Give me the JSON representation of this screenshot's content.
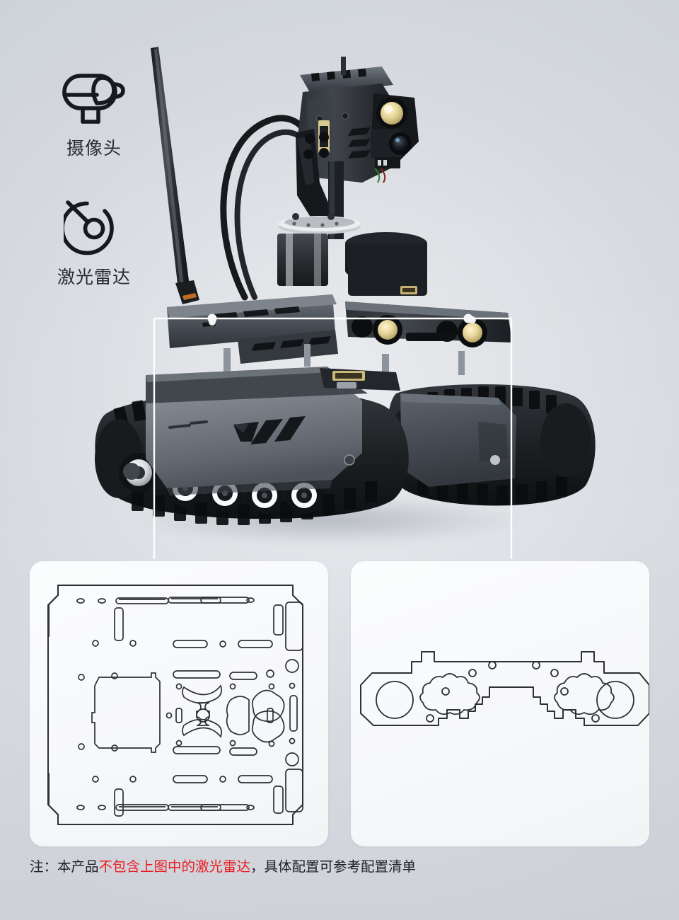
{
  "page": {
    "background_top": "#ccd1d8",
    "background_bottom": "#cdd1d7"
  },
  "legend": {
    "items": [
      {
        "id": "camera",
        "icon": "cctv-camera-icon",
        "label": "摄像头"
      },
      {
        "id": "lidar",
        "icon": "lidar-radar-icon",
        "label": "激光雷达"
      }
    ]
  },
  "product": {
    "name": "tracked-robot-chassis",
    "callout_dots": 2,
    "parts": {
      "antenna": "antenna",
      "turret": "pan-tilt-camera-turret",
      "spotlight": "spotlight",
      "lidar_module": "lidar-module",
      "headlights": "front-headlights",
      "side_armor": "side-armor-plate",
      "tracks": "rubber-tracks",
      "road_wheels": 4
    }
  },
  "detail_panels": [
    {
      "id": "base-plate",
      "name": "chassis-base-plate-drawing",
      "accent": "#2c3136"
    },
    {
      "id": "side-bracket",
      "name": "chassis-side-bracket-drawing",
      "accent": "#2c3136"
    }
  ],
  "footnote": {
    "prefix": "注：本产品",
    "highlight": "不包含上图中的激光雷达",
    "suffix": "，具体配置可参考配置清单",
    "highlight_color": "#ea1c24"
  }
}
